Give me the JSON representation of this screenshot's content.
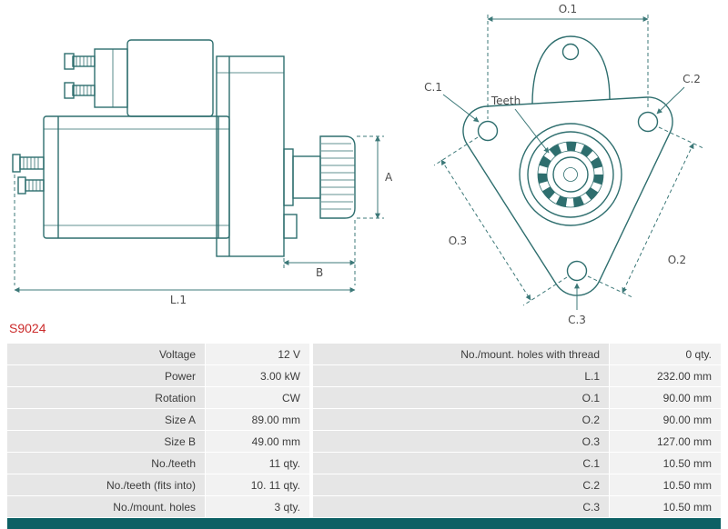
{
  "part_number": "S9024",
  "colors": {
    "line": "#2e6e6e",
    "dimension": "#3c7878",
    "accent_red": "#cb2b2b",
    "table_label_bg": "#e6e6e6",
    "table_value_bg": "#f2f2f2",
    "footer_bar": "#0d6064"
  },
  "diagram": {
    "side_view": {
      "labels": {
        "a": "A",
        "b": "B",
        "l1": "L.1"
      }
    },
    "end_view": {
      "labels": {
        "o1": "O.1",
        "o2": "O.2",
        "o3": "O.3",
        "c1": "C.1",
        "c2": "C.2",
        "c3": "C.3",
        "teeth": "Teeth"
      }
    }
  },
  "table": {
    "rows": [
      {
        "l_label": "Voltage",
        "l_value": "12 V",
        "r_label": "No./mount. holes with thread",
        "r_value": "0 qty."
      },
      {
        "l_label": "Power",
        "l_value": "3.00 kW",
        "r_label": "L.1",
        "r_value": "232.00 mm"
      },
      {
        "l_label": "Rotation",
        "l_value": "CW",
        "r_label": "O.1",
        "r_value": "90.00 mm"
      },
      {
        "l_label": "Size A",
        "l_value": "89.00 mm",
        "r_label": "O.2",
        "r_value": "90.00 mm"
      },
      {
        "l_label": "Size B",
        "l_value": "49.00 mm",
        "r_label": "O.3",
        "r_value": "127.00 mm"
      },
      {
        "l_label": "No./teeth",
        "l_value": "11 qty.",
        "r_label": "C.1",
        "r_value": "10.50 mm"
      },
      {
        "l_label": "No./teeth (fits into)",
        "l_value": "10. 11 qty.",
        "r_label": "C.2",
        "r_value": "10.50 mm"
      },
      {
        "l_label": "No./mount. holes",
        "l_value": "3 qty.",
        "r_label": "C.3",
        "r_value": "10.50 mm"
      }
    ]
  }
}
